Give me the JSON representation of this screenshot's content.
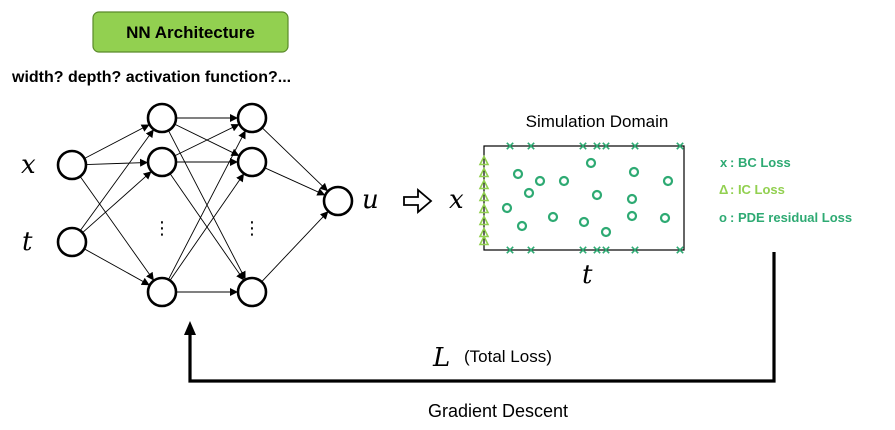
{
  "header": {
    "title": "NN Architecture",
    "title_bg": "#92d050",
    "question": "width? depth? activation function?..."
  },
  "network": {
    "inputs": [
      "x",
      "t"
    ],
    "output": "u",
    "hidden_ellipsis": "⋮"
  },
  "domain": {
    "title": "Simulation Domain",
    "x_axis": "t",
    "y_axis": "x"
  },
  "legend": {
    "bc": {
      "symbol": "x",
      "label": ": BC Loss",
      "color": "#2eaa73"
    },
    "ic": {
      "symbol": "Δ",
      "label": ": IC Loss",
      "color": "#92d050"
    },
    "pde": {
      "symbol": "o",
      "label": ": PDE residual Loss",
      "color": "#2eaa73"
    }
  },
  "loss": {
    "symbol": "L",
    "label": "(Total Loss)",
    "method": "Gradient Descent"
  },
  "icons": [
    "open-arrow-icon",
    "feedback-arrow-icon"
  ]
}
